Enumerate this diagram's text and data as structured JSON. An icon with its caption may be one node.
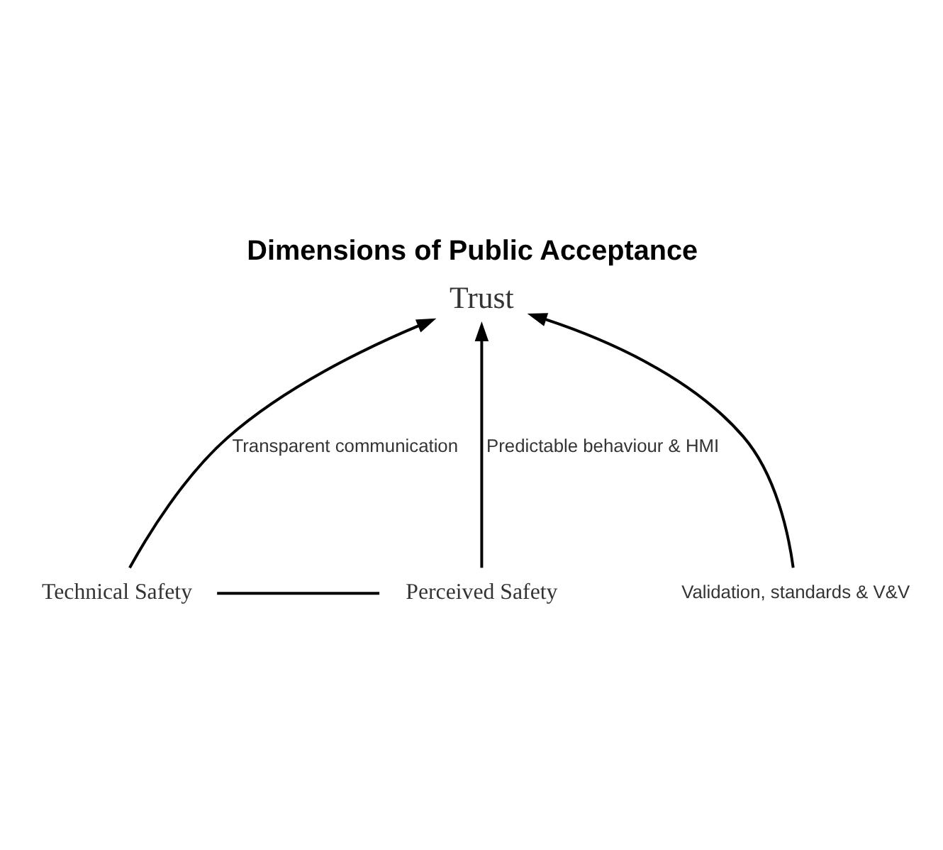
{
  "diagram": {
    "title": "Dimensions of Public Acceptance",
    "nodes": [
      {
        "text": [
          "Trust"
        ]
      },
      {
        "text": [
          "Technical Safety"
        ]
      },
      {
        "text": [
          "Validation, standards & V&V"
        ]
      },
      {
        "text": [
          "Perceived Safety"
        ]
      }
    ],
    "edges": [
      {
        "from": 1,
        "to": 0,
        "arrow": "to",
        "label": "Transparent communication"
      },
      {
        "from": 3,
        "to": 0,
        "arrow": "to",
        "label": "Predictable behaviour & HMI"
      },
      {
        "from": 2,
        "to": 0,
        "arrow": "to"
      },
      {
        "from": 1,
        "to": 3,
        "arrow": "none"
      }
    ]
  }
}
